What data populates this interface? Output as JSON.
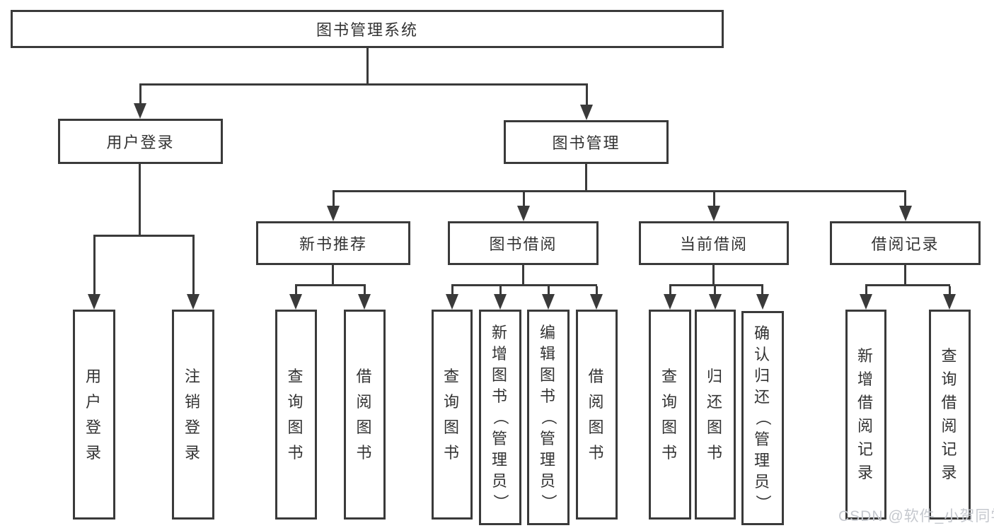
{
  "nodes": {
    "root": "图书管理系统",
    "user_login": "用户登录",
    "book_mgmt": "图书管理",
    "new_rec": "新书推荐",
    "borrow": "图书借阅",
    "current": "当前借阅",
    "records": "借阅记录"
  },
  "leaves": {
    "login": "用户登录",
    "logout": "注销登录",
    "rec_query": "查询图书",
    "rec_borrow": "借阅图书",
    "bor_query": "查询图书",
    "bor_add": "新增图书（管理员）",
    "bor_edit": "编辑图书（管理员）",
    "bor_borrow": "借阅图书",
    "cur_query": "查询图书",
    "cur_return": "归还图书",
    "cur_confirm": "确认归还（管理员）",
    "rcd_add": "新增借阅记录",
    "rcd_query": "查询借阅记录"
  },
  "colors": {
    "line": "#3a3a3a",
    "text": "#333333",
    "watermark": "#c5c8ce"
  },
  "watermark": "CSDN @软件_小贺同学"
}
